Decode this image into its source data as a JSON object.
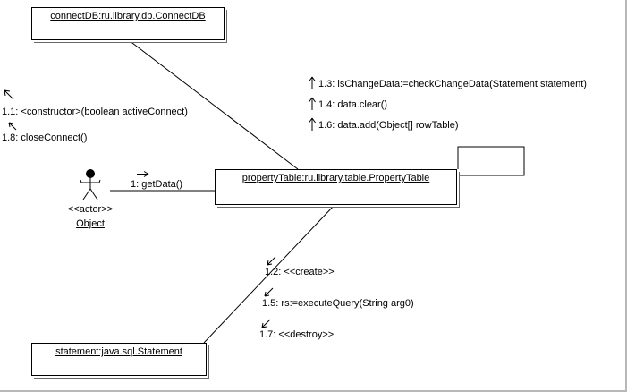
{
  "canvas": {
    "background": "#ffffff",
    "line_color": "#000000",
    "shadow_color": "#696969"
  },
  "objects": {
    "connectdb": {
      "label": "connectDB:ru.library.db.ConnectDB"
    },
    "propertytable": {
      "label": "propertyTable:ru.library.table.PropertyTable"
    },
    "statement": {
      "label": "statement:java.sql.Statement"
    }
  },
  "actor": {
    "stereotype": "<<actor>>",
    "name": "Object"
  },
  "messages": {
    "m1": {
      "label": "1: getData()",
      "direction": "right"
    },
    "m1_1": {
      "label": "1.1: <constructor>(boolean activeConnect)",
      "direction": "up-left"
    },
    "m1_8": {
      "label": "1.8: closeConnect()",
      "direction": "up-left"
    },
    "m1_3": {
      "label": "1.3: isChangeData:=checkChangeData(Statement statement)",
      "direction": "up"
    },
    "m1_4": {
      "label": "1.4: data.clear()",
      "direction": "up"
    },
    "m1_6": {
      "label": "1.6: data.add(Object[] rowTable)",
      "direction": "up"
    },
    "m1_2": {
      "label": "1.2: <<create>>",
      "direction": "down-left"
    },
    "m1_5": {
      "label": "1.5: rs:=executeQuery(String arg0)",
      "direction": "down-left"
    },
    "m1_7": {
      "label": "1.7: <<destroy>>",
      "direction": "down-left"
    }
  }
}
